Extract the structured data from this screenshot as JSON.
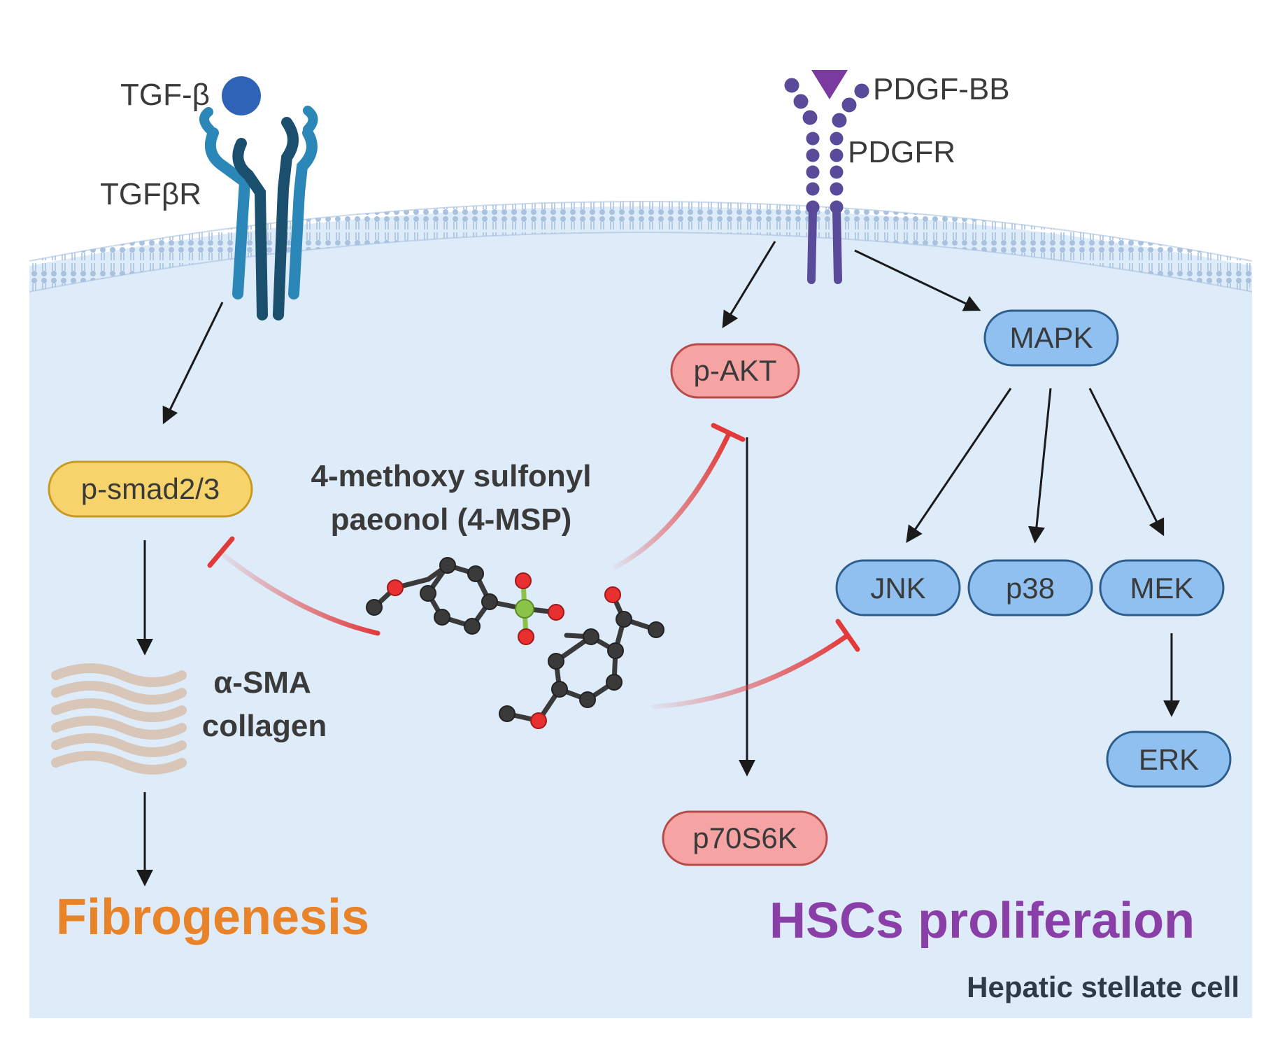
{
  "labels": {
    "tgf_beta": "TGF-β",
    "tgf_beta_r": "TGFβR",
    "pdgf_bb": "PDGF-BB",
    "pdgfr": "PDGFR",
    "p_smad": "p-smad2/3",
    "drug_line1": "4-methoxy sulfonyl",
    "drug_line2": "paeonol (4-MSP)",
    "sma_line1": "α-SMA",
    "sma_line2": "collagen",
    "fibrogenesis": "Fibrogenesis",
    "p_akt": "p-AKT",
    "p70s6k": "p70S6K",
    "mapk": "MAPK",
    "jnk": "JNK",
    "p38": "p38",
    "mek": "MEK",
    "erk": "ERK",
    "hscs": "HSCs proliferaion",
    "cell": "Hepatic stellate cell"
  },
  "colors": {
    "cell_fill": "#deebf9",
    "membrane": "#a8c2e0",
    "tgf_ligand": "#2f63b8",
    "tgf_receptor_light": "#2b87b8",
    "tgf_receptor_dark": "#1a4f6e",
    "pdgf_ligand": "#7a3aa0",
    "pdgf_receptor": "#5a4a9a",
    "smad_fill": "#f7d36b",
    "akt_fill": "#f6a3a3",
    "mapk_fill": "#8fc0f0",
    "inhibit": "#e23a3a",
    "fibro_text": "#e8832a",
    "hscs_text": "#8a3ea8",
    "atom_carbon": "#3a3a3a",
    "atom_oxygen": "#e83030",
    "atom_sulfur": "#8bc34a"
  },
  "icons": [
    "tgf-beta-ligand-icon",
    "tgf-beta-receptor-icon",
    "pdgf-ligand-icon",
    "pdgf-receptor-icon",
    "collagen-fiber-icon",
    "molecule-4msp-icon"
  ]
}
